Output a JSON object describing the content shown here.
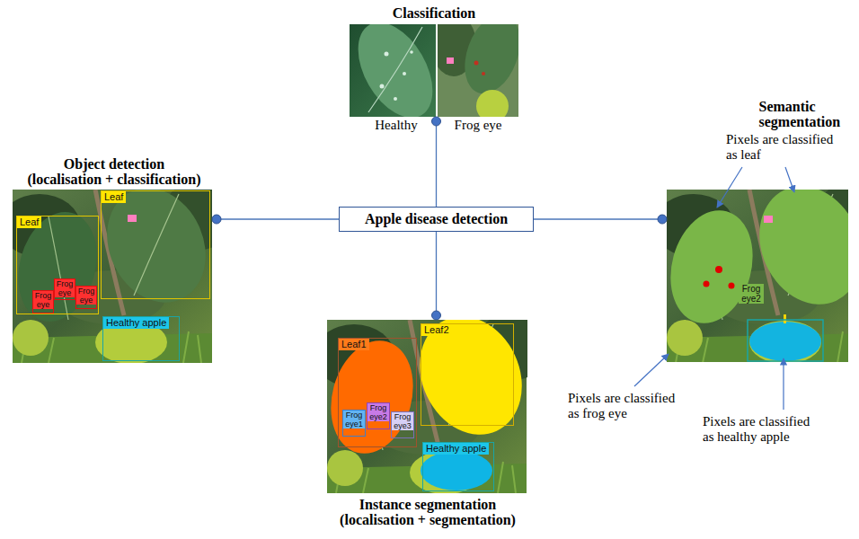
{
  "diagram": {
    "nodes": [
      {
        "text": [
          "Classification",
          "Healthy",
          "Frog eye"
        ]
      },
      {
        "text": [
          "Object detection (localisation + classification)"
        ]
      },
      {
        "text": [
          "Leaf"
        ],
        "in": 1
      },
      {
        "text": [
          "Leaf"
        ],
        "in": 1
      },
      {
        "text": [
          "Frog eye"
        ],
        "in": 1
      },
      {
        "text": [
          "Frog eye"
        ],
        "in": 1
      },
      {
        "text": [
          "Frog eye"
        ],
        "in": 1
      },
      {
        "text": [
          "Healthy apple"
        ],
        "in": 1
      },
      {
        "text": [
          "Apple disease detection"
        ]
      },
      {
        "text": [
          "Semantic segmentation"
        ]
      },
      {
        "text": [
          "Instance segmentation (localisation + segmentation)"
        ]
      },
      {
        "text": [
          "Leaf1"
        ],
        "in": 10
      },
      {
        "text": [
          "Leaf2"
        ],
        "in": 10
      },
      {
        "text": [
          "Frog eye1"
        ],
        "in": 10
      },
      {
        "text": [
          "Frog eye2"
        ],
        "in": 10
      },
      {
        "text": [
          "Frog eye3"
        ],
        "in": 10
      },
      {
        "text": [
          "Healthy apple"
        ],
        "in": 10
      }
    ],
    "edges": [
      {
        "from": 8,
        "to": 0,
        "arrow": "none"
      },
      {
        "from": 8,
        "to": 1,
        "arrow": "none"
      },
      {
        "from": 8,
        "to": 9,
        "arrow": "none"
      },
      {
        "from": 8,
        "to": 10,
        "arrow": "none"
      }
    ],
    "labels": [
      "Pixels are classified as leaf",
      "Frog eye2",
      "Pixels are classified as frog eye",
      "Pixels are classified as healthy apple"
    ]
  }
}
